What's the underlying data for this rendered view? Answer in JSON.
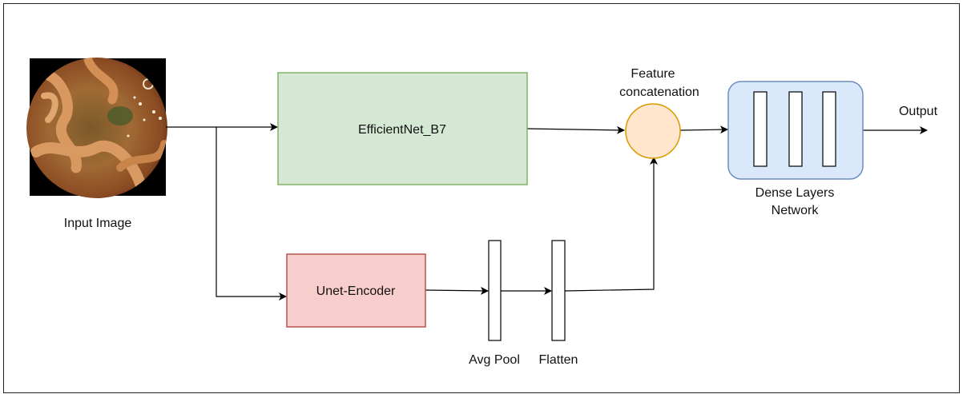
{
  "diagram": {
    "input_label": "Input Image",
    "efficientnet_label": "EfficientNet_B7",
    "unet_label": "Unet-Encoder",
    "avgpool_label": "Avg Pool",
    "flatten_label": "Flatten",
    "concat_label_line1": "Feature",
    "concat_label_line2": "concatenation",
    "dense_label_line1": "Dense Layers",
    "dense_label_line2": "Network",
    "output_label": "Output"
  },
  "colors": {
    "efficientnet_fill": "#d5e8d4",
    "efficientnet_stroke": "#82b366",
    "unet_fill": "#f8cecc",
    "unet_stroke": "#b85450",
    "concat_fill": "#ffe6cc",
    "concat_stroke": "#d79b00",
    "dense_fill": "#dae8fc",
    "dense_stroke": "#6c8ebf"
  }
}
